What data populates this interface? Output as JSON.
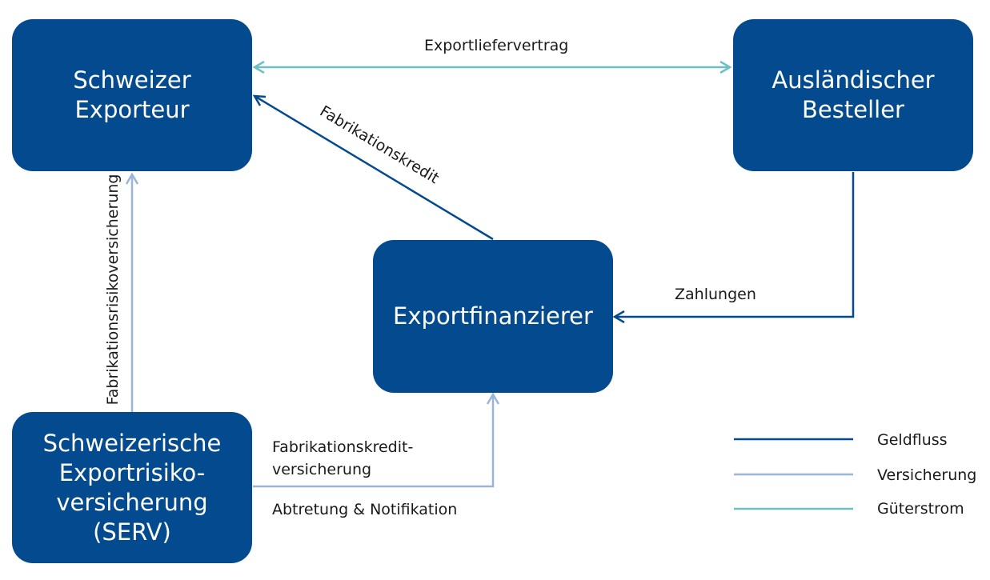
{
  "nodes": {
    "schweizer_exporteur": [
      "Schweizer",
      "Exporteur"
    ],
    "auslaendischer_besteller": [
      "Ausländischer",
      "Besteller"
    ],
    "exportfinanzierer": [
      "Exportfinanzierer"
    ],
    "serv": [
      "Schweizerische",
      "Exportrisiko-",
      "versicherung",
      "(SERV)"
    ]
  },
  "edges": {
    "exportliefervertrag": "Exportliefervertrag",
    "fabrikationskredit": "Fabrikationskredit",
    "fabrikationsrisikoversicherung": "Fabrikationsrisikoversicherung",
    "zahlungen": "Zahlungen",
    "fabrikationskreditversicherung": [
      "Fabrikationskredit-",
      "versicherung"
    ],
    "abtretung": "Abtretung & Notifikation"
  },
  "legend": [
    {
      "label": "Geldfluss",
      "color": "#034A8E"
    },
    {
      "label": "Versicherung",
      "color": "#9BB5D6"
    },
    {
      "label": "Güterstrom",
      "color": "#6CC0C5"
    }
  ]
}
